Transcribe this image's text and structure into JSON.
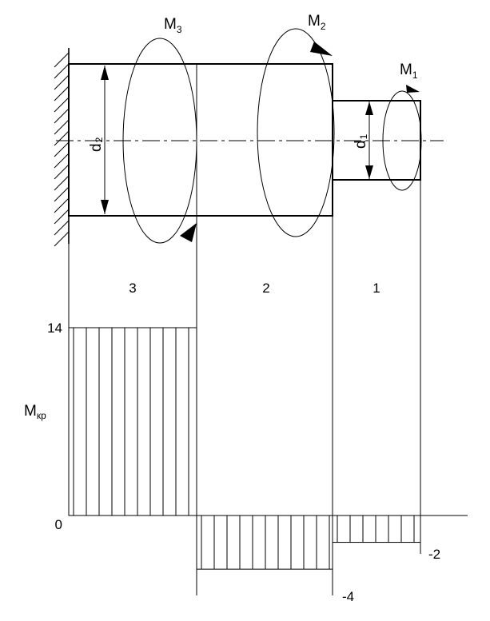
{
  "moments": {
    "m1": {
      "base": "M",
      "sub": "1"
    },
    "m2": {
      "base": "M",
      "sub": "2"
    },
    "m3": {
      "base": "M",
      "sub": "3"
    }
  },
  "diameters": {
    "d1": {
      "base": "d",
      "sub": "1"
    },
    "d2": {
      "base": "d",
      "sub": "2"
    }
  },
  "sections": [
    "3",
    "2",
    "1"
  ],
  "torque_axis": {
    "label_base": "M",
    "label_sub": "кр",
    "zero": "0"
  },
  "chart_data": {
    "type": "bar",
    "categories": [
      "3",
      "2",
      "1"
    ],
    "values": [
      14,
      -4,
      -2
    ],
    "value_labels": [
      "14",
      "-4",
      "-2"
    ],
    "ylabel": "Mкр"
  }
}
